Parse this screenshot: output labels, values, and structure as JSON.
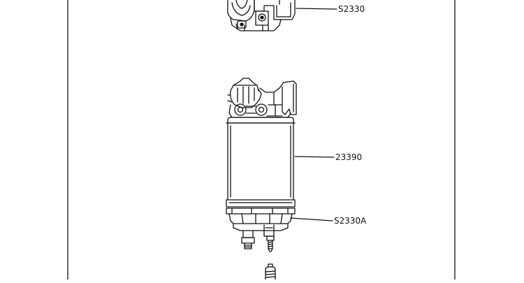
{
  "callouts": {
    "filter_head": "S2330",
    "filter_element": "23390",
    "water_bowl": "S2330A"
  },
  "colors": {
    "line": "#111111",
    "background": "#ffffff"
  }
}
